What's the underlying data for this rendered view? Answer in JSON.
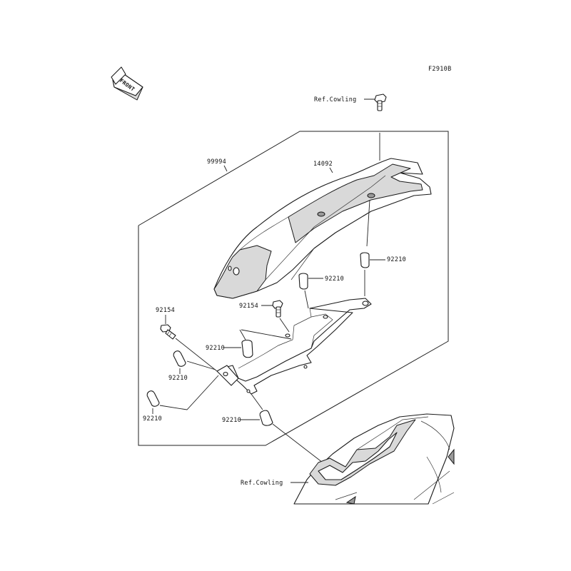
{
  "diagram": {
    "figure_code": "F2910B",
    "front_badge": "FRONT",
    "labels": {
      "ref_cowling_top": "Ref.Cowling",
      "ref_cowling_bottom": "Ref.Cowling",
      "kit_number": "99994",
      "cover": "14092",
      "collar_right": "92210",
      "collar_mid": "92210",
      "bolt_mid": "92154",
      "collar_center": "92210",
      "bolt_left": "92154",
      "collar_left_upper": "92210",
      "collar_left_lower": "92210",
      "collar_bottom": "92210"
    }
  }
}
